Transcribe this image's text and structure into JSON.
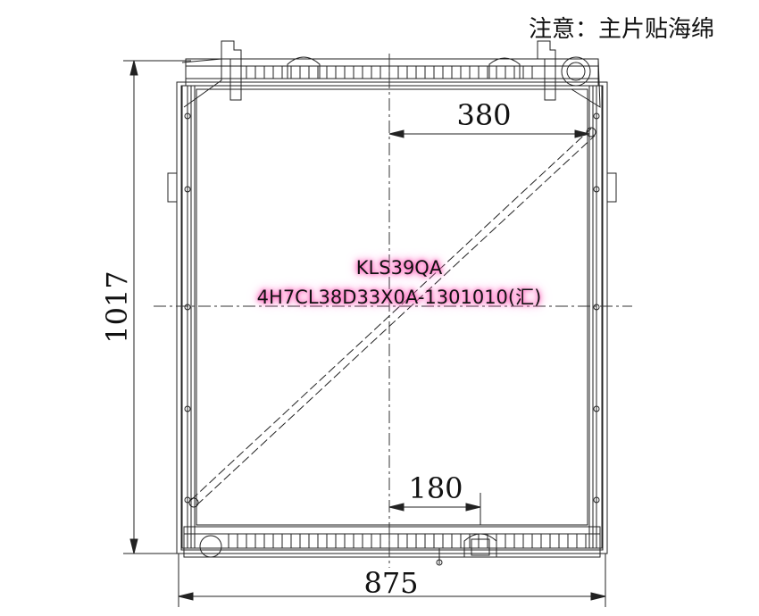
{
  "note": "注意：主片贴海绵",
  "labels": {
    "line1": "KLS39QA",
    "line2": "4H7CL38D33X0A-1301010(汇)"
  },
  "dimensions": {
    "overall_height": "1017",
    "overall_width": "875",
    "top_offset": "380",
    "bottom_offset": "180"
  }
}
